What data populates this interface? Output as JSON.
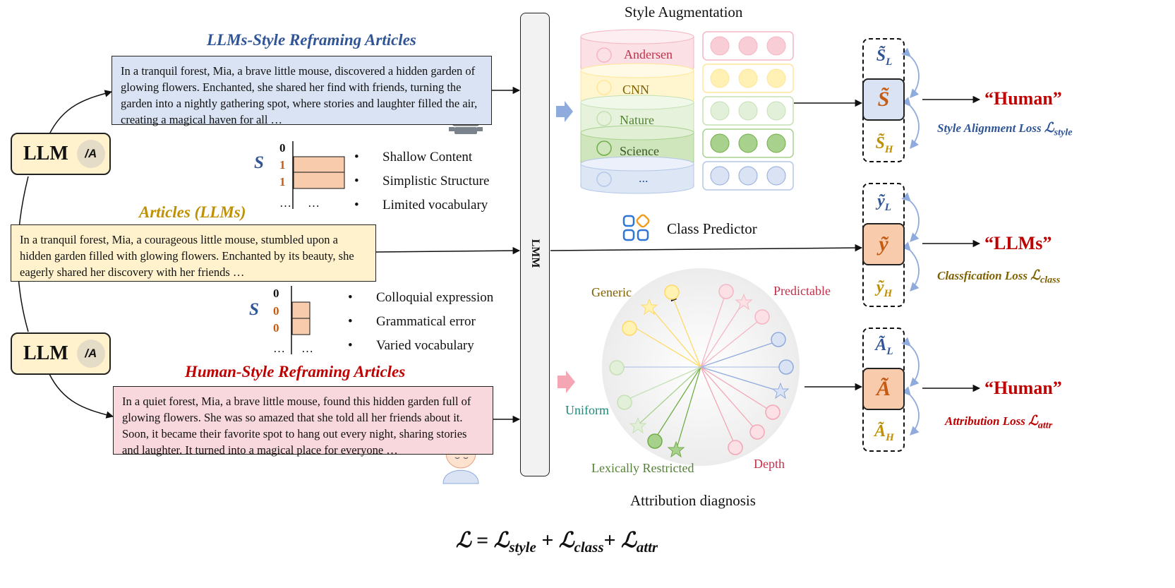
{
  "llm_boxes": {
    "top_label": "LLM",
    "bottom_label": "LLM",
    "logo_glyph": "/A",
    "logo_icon": "anthropic-logo"
  },
  "llm_style": {
    "title": "LLMs-Style Reframing Articles",
    "text": "In a tranquil forest, Mia, a brave little mouse, discovered a hidden garden of glowing flowers. Enchanted, she shared her find with friends, turning the garden into a nightly gathering spot, where stories and laughter filled the air, creating a magical haven for all …"
  },
  "articles_llms": {
    "title": "Articles  (LLMs)",
    "text": "In a tranquil forest, Mia, a courageous little mouse, stumbled upon a hidden garden filled with glowing flowers. Enchanted by its beauty, she eagerly shared her discovery with her friends …"
  },
  "human_style": {
    "title": "Human-Style Reframing  Articles",
    "text": "In a quiet forest, Mia, a brave little mouse, found this hidden garden full of glowing flowers. She was so amazed that she told all her friends about it. Soon, it became their favorite spot to hang out every night, sharing stories and laughter. It turned into a magical place for everyone …"
  },
  "score_top": {
    "symbol": "S",
    "values": [
      "0",
      "1",
      "1",
      "…"
    ],
    "col_ellipsis": "…",
    "bullets": [
      "Shallow Content",
      "Simplistic Structure",
      "Limited  vocabulary"
    ]
  },
  "score_bottom": {
    "symbol": "S",
    "values": [
      "0",
      "0",
      "0",
      "…"
    ],
    "col_ellipsis": "…",
    "bullets": [
      "Colloquial expression",
      "Grammatical error",
      "Varied vocabulary"
    ]
  },
  "bullet_glyph": "•",
  "lmm_label": "LMM",
  "style_aug": {
    "title": "Style Augmentation",
    "cylinders": [
      {
        "label": "Andersen",
        "color": "#f4b6c2",
        "text": "#c0304a"
      },
      {
        "label": "CNN",
        "color": "#ffe699",
        "text": "#806000"
      },
      {
        "label": "Nature",
        "color": "#c5e0b4",
        "text": "#548235"
      },
      {
        "label": "Science",
        "color": "#a9d18e",
        "text": "#385723"
      },
      {
        "label": "...",
        "color": "#b4c7e7",
        "text": "#2f5597"
      }
    ]
  },
  "class_predictor": {
    "label": "Class Predictor",
    "icon": "apps-grid-icon"
  },
  "attribution": {
    "title": "Attribution diagnosis",
    "labels": {
      "generic": "Generic",
      "predictable": "Predictable",
      "uniform": "Uniform",
      "lexically": "Lexically Restricted",
      "depth": "Depth"
    }
  },
  "outputs": [
    {
      "symbol": "S̃",
      "top": "S̃",
      "top_sub": "L",
      "bottom": "S̃",
      "bottom_sub": "H",
      "quote": "“Human”",
      "loss_text": "Style Alignment Loss ",
      "loss_sym": "ℒ",
      "loss_sub": "style",
      "box_color": "#dae3f3",
      "sym_color": "#c55a11",
      "loss_color": "#2f5597"
    },
    {
      "symbol": "ỹ",
      "top": "ỹ",
      "top_sub": "L",
      "bottom": "ỹ",
      "bottom_sub": "H",
      "quote": "“LLMs”",
      "loss_text": "Classfication Loss ",
      "loss_sym": "ℒ",
      "loss_sub": "class",
      "box_color": "#f8cbad",
      "sym_color": "#c55a11",
      "loss_color": "#7f6000"
    },
    {
      "symbol": "Ã",
      "top": "Ã",
      "top_sub": "L",
      "bottom": "Ã",
      "bottom_sub": "H",
      "quote": "“Human”",
      "loss_text": "Attribution Loss ",
      "loss_sym": "ℒ",
      "loss_sub": "attr",
      "box_color": "#f8cbad",
      "sym_color": "#c55a11",
      "loss_color": "#c00000"
    }
  ],
  "formula": {
    "lhs": "ℒ",
    "eq": " = ",
    "t1": "ℒ",
    "s1": "style",
    "plus1": " + ",
    "t2": "ℒ",
    "s2": "class",
    "plus2": "+ ",
    "t3": "ℒ",
    "s3": "attr"
  }
}
